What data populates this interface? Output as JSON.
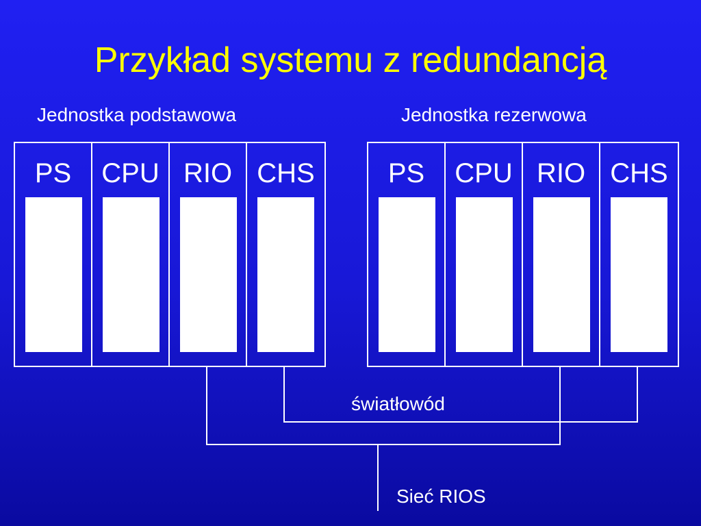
{
  "title": "Przykład systemu z redundancją",
  "units": [
    {
      "label": "Jednostka podstawowa",
      "modules": [
        "PS",
        "CPU",
        "RIO",
        "CHS"
      ]
    },
    {
      "label": "Jednostka rezerwowa",
      "modules": [
        "PS",
        "CPU",
        "RIO",
        "CHS"
      ]
    }
  ],
  "fiber_label": "światłowód",
  "network_label": "Sieć RIOS",
  "colors": {
    "background": "#1818d6",
    "title": "#ffff00",
    "lines": "#ffffff"
  }
}
